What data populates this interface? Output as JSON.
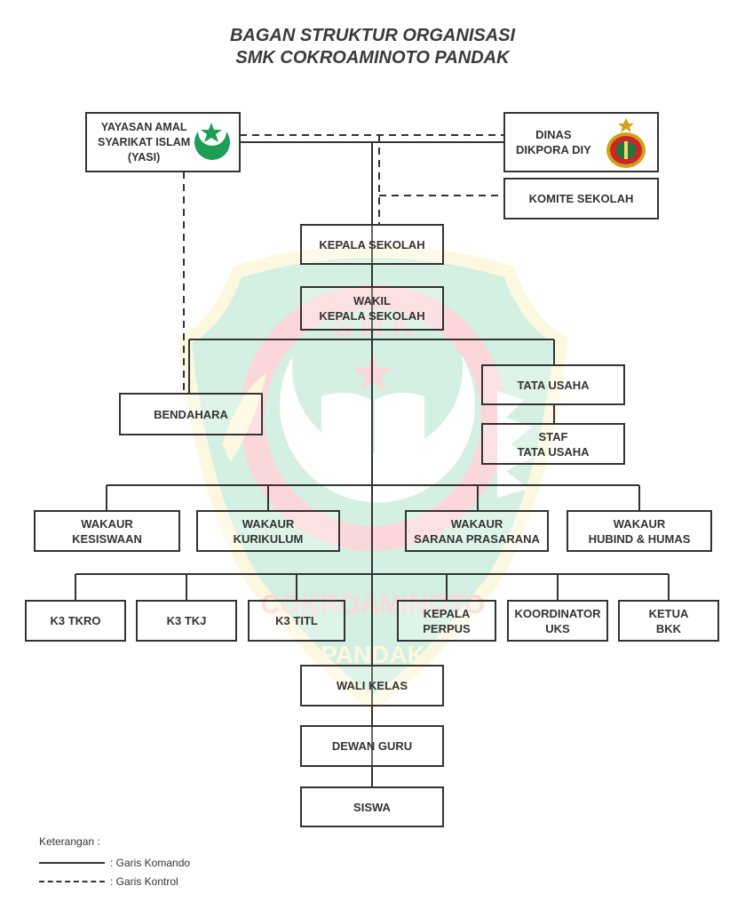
{
  "title": {
    "line1": "BAGAN STRUKTUR ORGANISASI",
    "line2": "SMK COKROAMINOTO PANDAK"
  },
  "watermark": {
    "top_text": "S M K",
    "arc_text": "COKROAMINOTO",
    "bottom_text": "PANDAK",
    "colors": {
      "green": "#2bb673",
      "yellow": "#f2e06a",
      "red": "#ee3b45"
    }
  },
  "yasi_logo_text": "YASI",
  "nodes": {
    "yayasan": "YAYASAN  AMAL\nSYARIKAT ISLAM\n(YASI)",
    "dinas": "DINAS\nDIKPORA DIY",
    "komite": "KOMITE SEKOLAH",
    "kepala": "KEPALA SEKOLAH",
    "wakil": "WAKIL\nKEPALA SEKOLAH",
    "bendahara": "BENDAHARA",
    "tata_usaha": "TATA USAHA",
    "staf_tu": "STAF\nTATA USAHA",
    "wk_kesiswaan": "WAKAUR\nKESISWAAN",
    "wk_kurikulum": "WAKAUR\nKURIKULUM",
    "wk_sarpras": "WAKAUR\nSARANA PRASARANA",
    "wk_hubind": "WAKAUR\nHUBIND & HUMAS",
    "k3_tkro": "K3 TKRO",
    "k3_tkj": "K3 TKJ",
    "k3_titl": "K3 TITL",
    "kepala_perpus": "KEPALA\nPERPUS",
    "koordinator_uks": "KOORDINATOR\nUKS",
    "ketua_bkk": "KETUA\nBKK",
    "wali_kelas": "WALI KELAS",
    "dewan_guru": "DEWAN GURU",
    "siswa": "SISWA"
  },
  "legend": {
    "title": "Keterangan :",
    "komando": ": Garis Komando",
    "kontrol": ": Garis Kontrol"
  }
}
